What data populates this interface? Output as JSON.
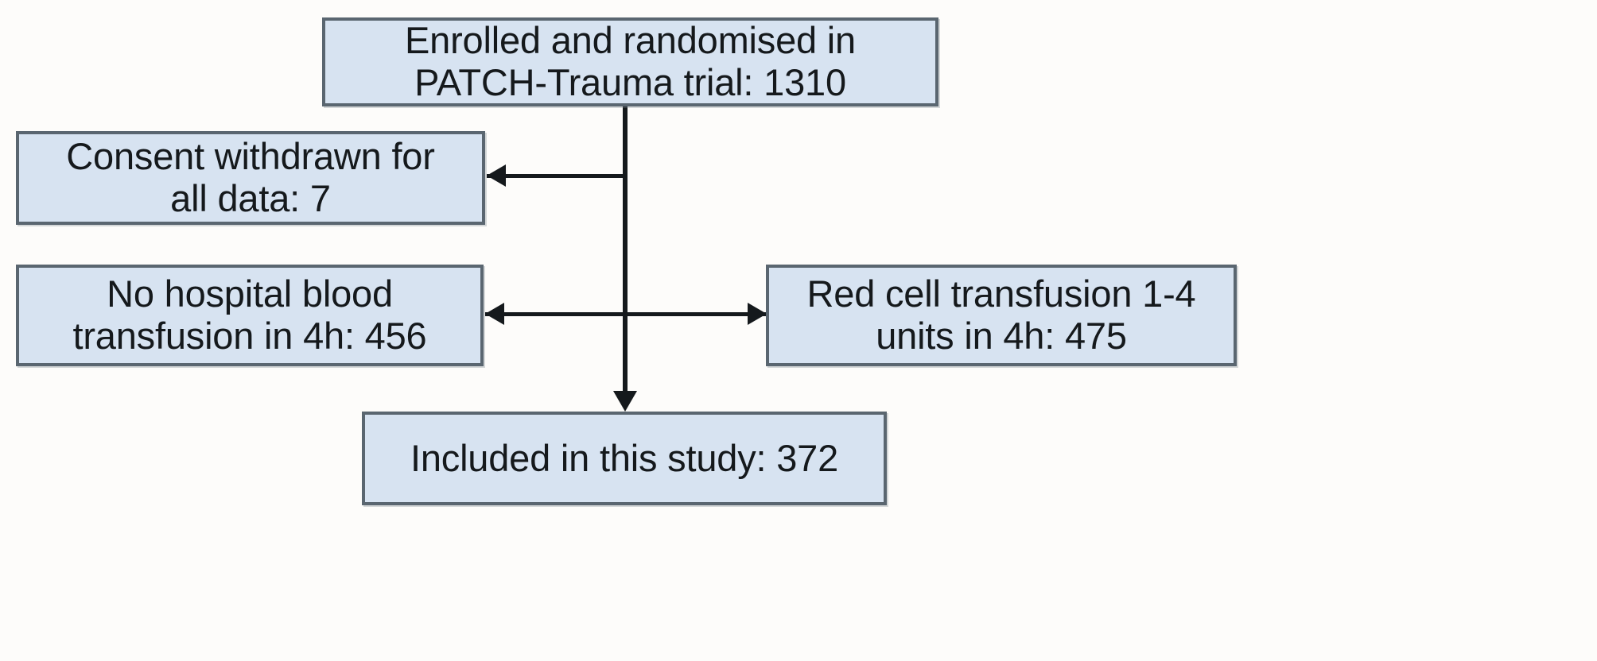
{
  "diagram": {
    "type": "flowchart",
    "title": "PATCH-Trauma participant flow",
    "colors": {
      "node_fill": "#d7e3f1",
      "node_border": "#5a6670",
      "text": "#15191c",
      "connector": "#15191c",
      "background": "#fdfcfa"
    },
    "nodes": [
      {
        "id": "enrolled",
        "label": "Enrolled and randomised in\nPATCH-Trauma trial: 1310",
        "line1": "Enrolled and randomised in",
        "line2": "PATCH-Trauma trial: 1310",
        "count": 1310
      },
      {
        "id": "consent-withdrawn",
        "label": "Consent withdrawn for\nall data: 7",
        "line1": "Consent withdrawn for",
        "line2": "all data: 7",
        "count": 7
      },
      {
        "id": "no-hospital-blood",
        "label": "No hospital blood\ntransfusion in 4h: 456",
        "line1": "No hospital blood",
        "line2": "transfusion in 4h: 456",
        "count": 456
      },
      {
        "id": "red-cell-transfusion",
        "label": "Red cell transfusion 1-4\nunits in 4h: 475",
        "line1": "Red cell transfusion 1-4",
        "line2": "units in 4h: 475",
        "count": 475
      },
      {
        "id": "included",
        "label": "Included in this study: 372",
        "line1": "Included in this study: 372",
        "count": 372
      }
    ],
    "edges": [
      {
        "from": "enrolled",
        "to": "consent-withdrawn",
        "direction": "left"
      },
      {
        "from": "enrolled",
        "to": "no-hospital-blood",
        "direction": "left"
      },
      {
        "from": "enrolled",
        "to": "red-cell-transfusion",
        "direction": "right"
      },
      {
        "from": "enrolled",
        "to": "included",
        "direction": "down"
      }
    ]
  }
}
